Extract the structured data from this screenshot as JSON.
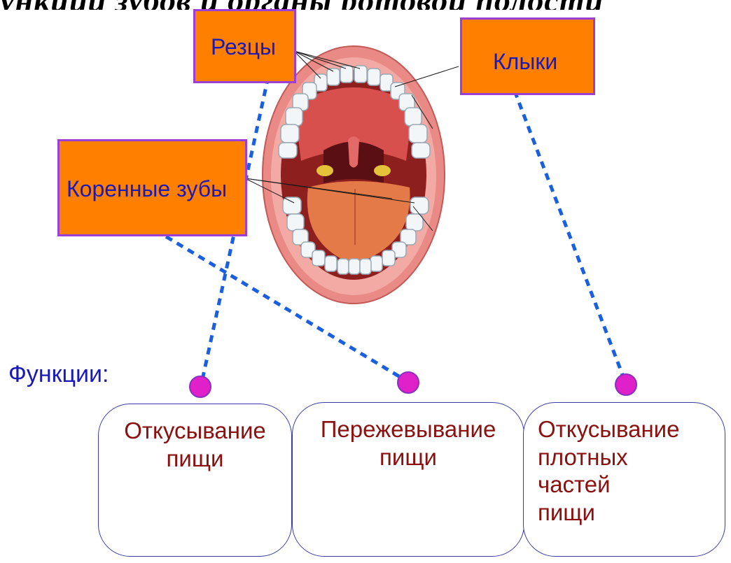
{
  "title_fragment": "Функции зубов и органы ротовой полости",
  "tooth_labels": {
    "incisors": "Резцы",
    "canines": "Клыки",
    "molars": "Коренные зубы"
  },
  "functions_heading": "Функции:",
  "functions": [
    {
      "lines": [
        "Откусывание",
        "пищи"
      ]
    },
    {
      "lines": [
        "Пережевывание",
        "пищи"
      ]
    },
    {
      "lines": [
        "Откусывание",
        "плотных",
        "частей",
        "пищи"
      ]
    }
  ],
  "colors": {
    "label_fill": "#ff8000",
    "label_border": "#9b3fd6",
    "label_text": "#1a1ab8",
    "function_text": "#8b1010",
    "connector": "#1a5fe0",
    "marker": "#e020c8"
  }
}
